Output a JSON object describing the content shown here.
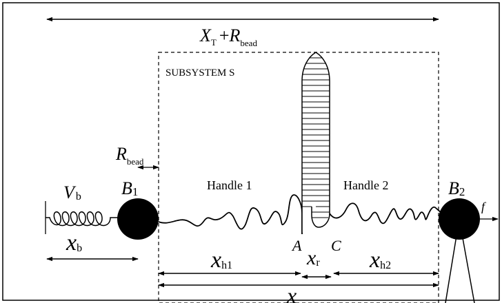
{
  "labels": {
    "total_length": {
      "main": "X",
      "main_sub": "T",
      "plus": "+",
      "r": "R",
      "r_sub": "bead"
    },
    "subsystem": "SUBSYSTEM S",
    "r_bead": {
      "main": "R",
      "sub": "bead"
    },
    "v_b": {
      "main": "V",
      "sub": "b"
    },
    "b1": {
      "main": "B",
      "sub": "1"
    },
    "b2": {
      "main": "B",
      "sub": "2"
    },
    "handle1": "Handle 1",
    "handle2": "Handle 2",
    "force": "f",
    "point_a": "A",
    "point_c": "C",
    "x_b": {
      "main": "x",
      "sub": "b"
    },
    "x_h1": {
      "main": "x",
      "sub": "h1"
    },
    "x_r": {
      "main": "x",
      "sub": "r"
    },
    "x_h2": {
      "main": "x",
      "sub": "h2"
    },
    "x_total": "x"
  }
}
